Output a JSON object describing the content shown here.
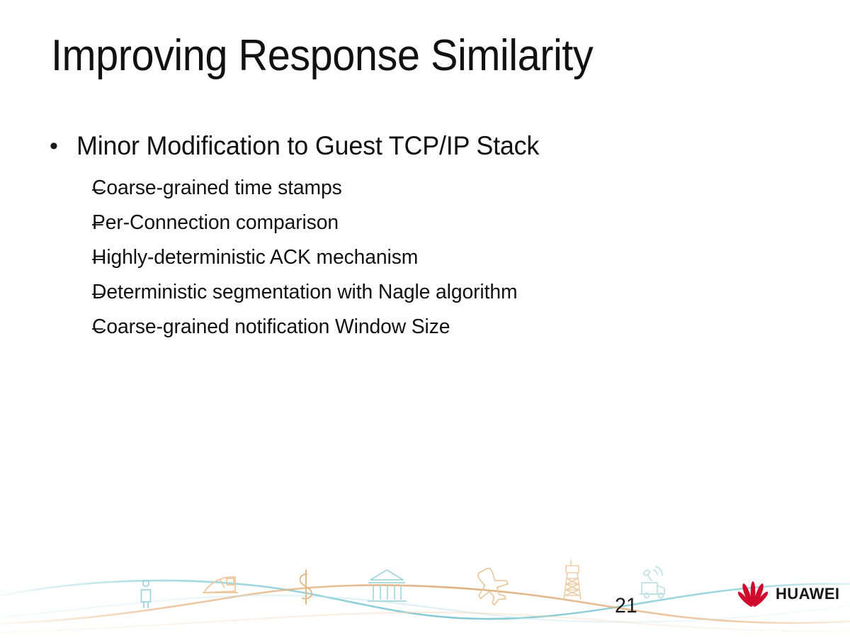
{
  "slide": {
    "title": "Improving Response Similarity",
    "page_number": "21",
    "background_color": "#ffffff",
    "text_color": "#111111"
  },
  "content": {
    "level1": [
      {
        "bullet_glyph": "•",
        "text": "Minor Modification to Guest TCP/IP Stack",
        "level2": [
          {
            "dash_glyph": "–",
            "text": "Coarse-grained time stamps"
          },
          {
            "dash_glyph": "–",
            "text": "Per-Connection comparison"
          },
          {
            "dash_glyph": "–",
            "text": "Highly-deterministic ACK mechanism"
          },
          {
            "dash_glyph": "–",
            "text": "Deterministic segmentation with Nagle algorithm"
          },
          {
            "dash_glyph": "–",
            "text": "Coarse-grained notification Window Size"
          }
        ]
      }
    ]
  },
  "footer": {
    "wave_teal_color": "#8ecfd9",
    "wave_orange_color": "#e6b481",
    "icons": [
      {
        "name": "person-icon",
        "color": "#9fd4de"
      },
      {
        "name": "train-icon",
        "color": "#ebc79c"
      },
      {
        "name": "dollar-sign-icon",
        "color": "#e3b887"
      },
      {
        "name": "bank-building-icon",
        "color": "#a3d6de"
      },
      {
        "name": "airplane-icon",
        "color": "#e8c79d"
      },
      {
        "name": "transmission-tower-icon",
        "color": "#edcda6"
      },
      {
        "name": "broadcast-van-icon",
        "color": "#bfe0e4"
      }
    ]
  },
  "logo": {
    "brand": "HUAWEI",
    "mark_color": "#cf0a2c",
    "word_color": "#161616"
  }
}
